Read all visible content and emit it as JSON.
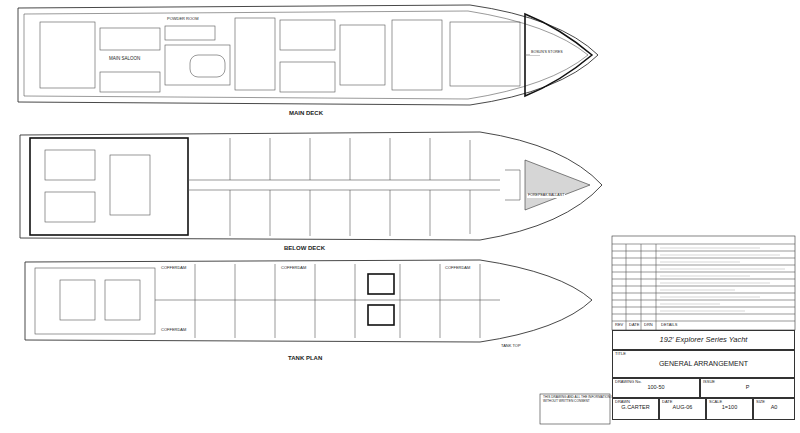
{
  "diagram": {
    "nodes": [
      {
        "text": [
          "192' Explorer Series Yacht"
        ]
      },
      {
        "text": [
          "TITLE",
          "GENERAL ARRANGEMENT"
        ]
      },
      {
        "text": [
          "DRAWING No.",
          "100-50"
        ]
      },
      {
        "text": [
          "ISSUE",
          "P"
        ]
      },
      {
        "text": [
          "DRAWN",
          "G.CARTER"
        ]
      },
      {
        "text": [
          "DATE",
          "AUG-06"
        ]
      },
      {
        "text": [
          "SCALE",
          "1=100"
        ]
      },
      {
        "text": [
          "SIZE",
          "A0"
        ]
      }
    ],
    "labels": [
      "MAIN DECK",
      "BELOW DECK",
      "TANK PLAN",
      "MAIN SALOON",
      "POWDER ROOM",
      "BOSUN'S STORES",
      "FOREPEAK BALLAST",
      "COFFERDAM",
      "COFFERDAM",
      "COFFERDAM",
      "COFFERDAM",
      "TANK TOP",
      "REV",
      "DATE",
      "DRN",
      "DETAILS",
      "THIS DRAWING AND ALL THE INFORMATION IT CONTAINS SHALL REMAIN THE PROPERTY OF W.F. IT MUST NOT BE COPIED OR IMPARTED TO ANY OTHER PARTY WITHOUT WRITTEN CONSENT"
    ]
  }
}
